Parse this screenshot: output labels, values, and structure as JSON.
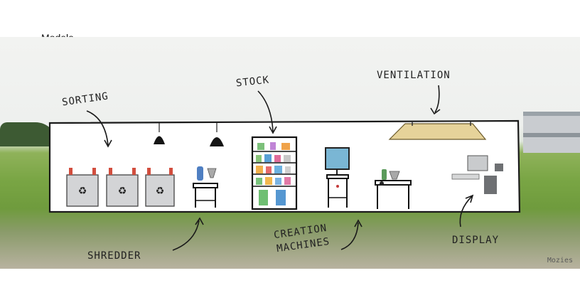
{
  "slide": {
    "title": "Modele"
  },
  "labels": {
    "sorting": "SORTING",
    "stock": "STOCK",
    "ventilation": "VENTILATION",
    "shredder": "SHREDDER",
    "creation": "CREATION",
    "machines": "MACHINES",
    "display": "DISPLAY"
  },
  "signature": "Mozies",
  "colors": {
    "sky": "#eef0ee",
    "grass": "#79a544",
    "bin": "#d3d4d6",
    "bin_lid": "#d24e3e",
    "ventilation": "#e6d39a",
    "screen": "#7ab6d4"
  },
  "icons": [
    "recycle-icon",
    "lamp-icon",
    "arrow-icon"
  ]
}
